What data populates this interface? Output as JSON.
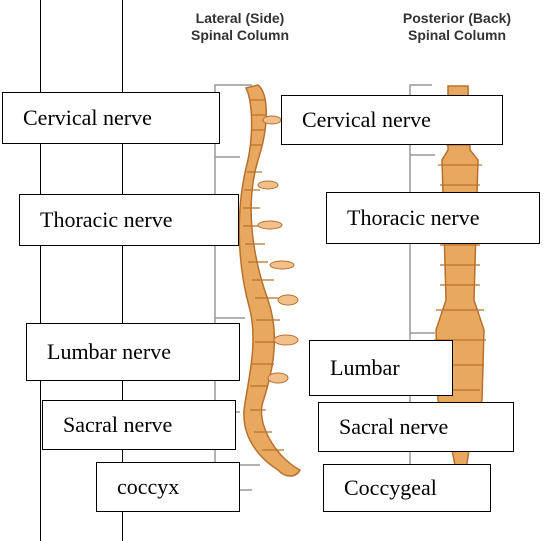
{
  "headings": {
    "lateral": {
      "line1": "Lateral (Side)",
      "line2": "Spinal Column"
    },
    "posterior": {
      "line1": "Posterior (Back)",
      "line2": "Spinal Column"
    }
  },
  "labels": {
    "left": [
      "Cervical nerve",
      "Thoracic nerve",
      "Lumbar nerve",
      "Sacral nerve",
      "coccyx"
    ],
    "right": [
      "Cervical nerve",
      "Thoracic nerve",
      "Lumbar",
      "Sacral nerve",
      "Coccygeal"
    ]
  },
  "colors": {
    "bone": "#e8a860",
    "bone_dark": "#b8702c",
    "bracket": "#999999"
  }
}
